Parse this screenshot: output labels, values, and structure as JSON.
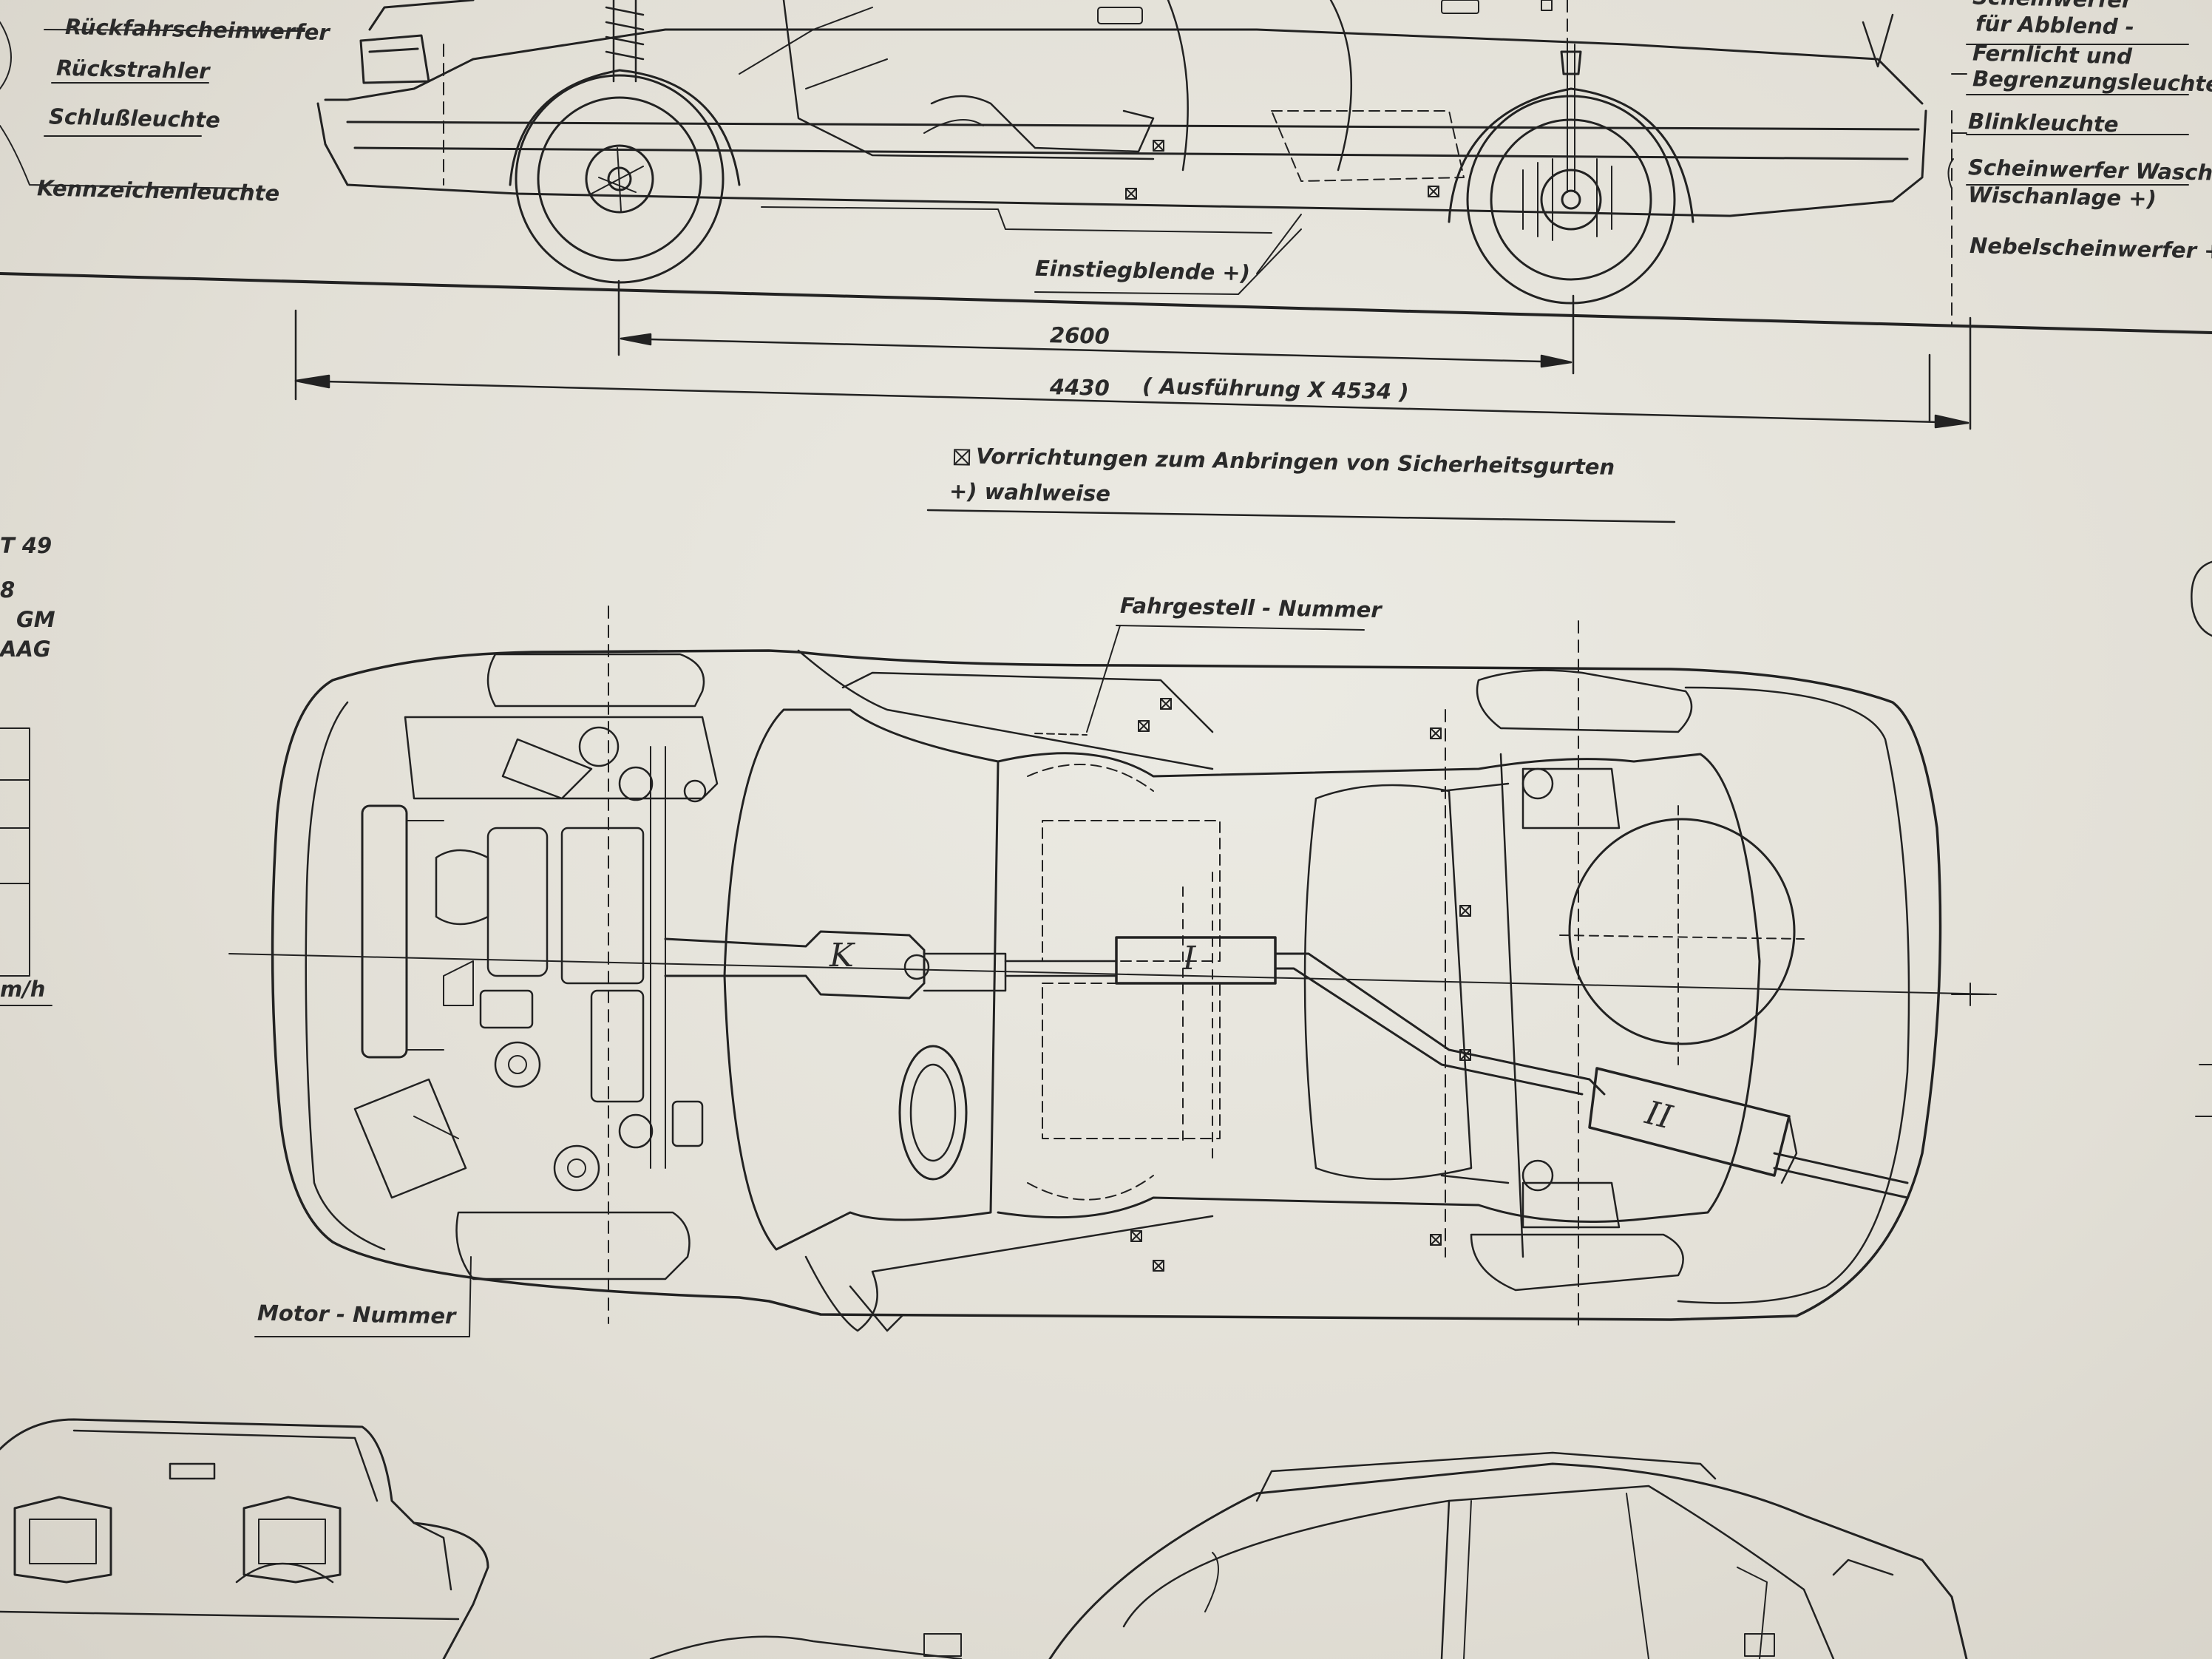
{
  "labels": {
    "rueckfahr": "Rückfahrscheinwerfer",
    "rueckstrahler": "Rückstrahler",
    "schluss": "Schlußleuchte",
    "kennzeichen": "Kennzeichenleuchte",
    "scheinwerfer_top": "Scheinwerfer",
    "abblend": "für Abblend -",
    "fernlicht": "Fernlicht und",
    "begrenzung": "Begrenzungsleuchte",
    "blink": "Blinkleuchte",
    "wasch1": "Scheinwerfer Wasch-",
    "wasch2": "Wischanlage +)",
    "nebel": "Nebelscheinwerfer +)",
    "einstieg": "Einstiegblende +)",
    "fahrgestell": "Fahrgestell - Nummer",
    "motor": "Motor - Nummer"
  },
  "dimensions": {
    "wheelbase": "2600",
    "length": "4430",
    "variant": "( Ausführung X 4534 )"
  },
  "notes": {
    "gurt": "Vorrichtungen zum Anbringen von Sicherheitsgurten",
    "optional": "+) wahlweise"
  },
  "left_fragments": {
    "t49": "T 49",
    "n8": "8",
    "gm": "GM",
    "aag": "AAG",
    "kmh": "m/h"
  },
  "component_labels": {
    "k": "K",
    "i": "I",
    "ii": "II"
  }
}
